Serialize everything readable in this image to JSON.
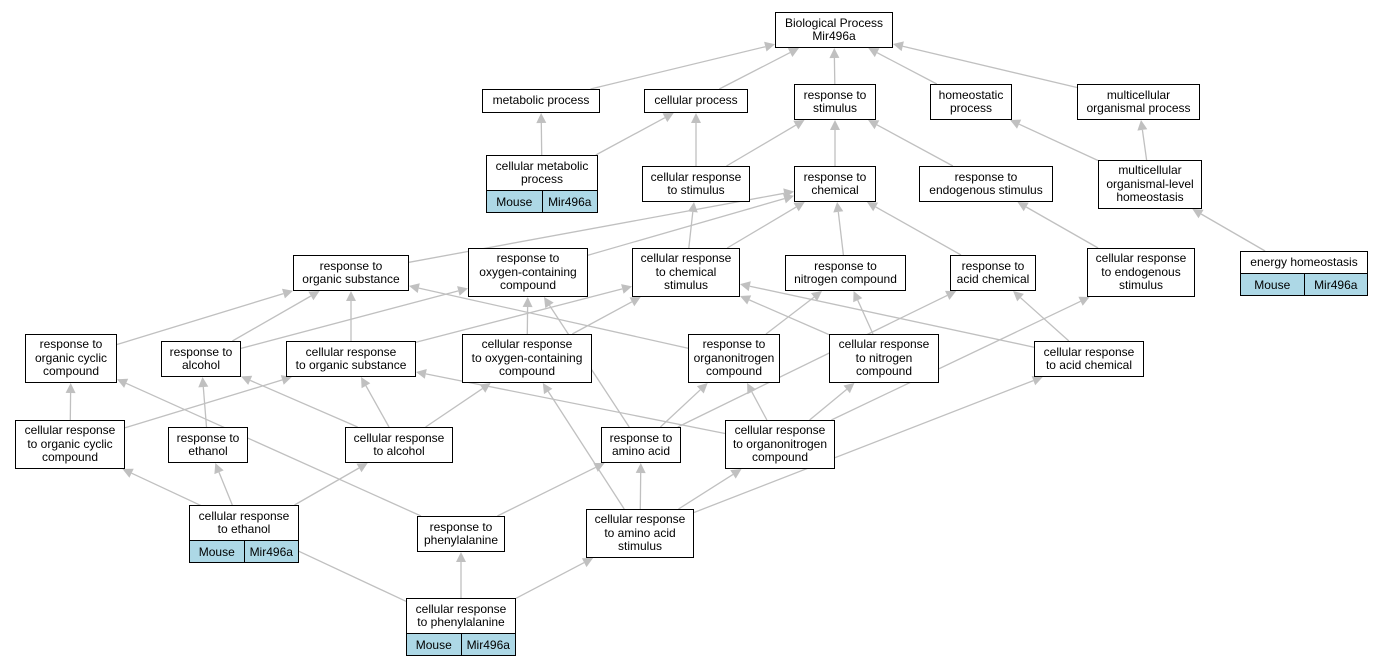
{
  "colors": {
    "edge": "#c0c0c0",
    "annotation_fill": "#add8e6",
    "node_border": "#000000"
  },
  "nodes": {
    "bp": {
      "lines": [
        "Biological Process",
        "Mir496a"
      ]
    },
    "metabolic": {
      "lines": [
        "metabolic process"
      ]
    },
    "cellular_proc": {
      "lines": [
        "cellular process"
      ]
    },
    "resp_stim": {
      "lines": [
        "response to",
        "stimulus"
      ]
    },
    "homeostatic": {
      "lines": [
        "homeostatic",
        "process"
      ]
    },
    "multi_proc": {
      "lines": [
        "multicellular",
        "organismal process"
      ]
    },
    "cell_metabolic": {
      "lines": [
        "cellular metabolic",
        "process"
      ],
      "annotation": [
        "Mouse",
        "Mir496a"
      ]
    },
    "cell_resp_stim": {
      "lines": [
        "cellular response",
        "to stimulus"
      ]
    },
    "resp_chem": {
      "lines": [
        "response to",
        "chemical"
      ]
    },
    "resp_endo": {
      "lines": [
        "response to",
        "endogenous stimulus"
      ]
    },
    "multi_homeo": {
      "lines": [
        "multicellular",
        "organismal-level",
        "homeostasis"
      ]
    },
    "resp_org_sub": {
      "lines": [
        "response to",
        "organic substance"
      ]
    },
    "resp_oxy": {
      "lines": [
        "response to",
        "oxygen-containing",
        "compound"
      ]
    },
    "cell_resp_chem": {
      "lines": [
        "cellular response",
        "to chemical",
        "stimulus"
      ]
    },
    "resp_nitro": {
      "lines": [
        "response to",
        "nitrogen compound"
      ]
    },
    "resp_acid_chem": {
      "lines": [
        "response to",
        "acid chemical"
      ]
    },
    "cell_resp_endo": {
      "lines": [
        "cellular response",
        "to endogenous",
        "stimulus"
      ]
    },
    "energy_homeo": {
      "lines": [
        "energy homeostasis"
      ],
      "annotation": [
        "Mouse",
        "Mir496a"
      ]
    },
    "resp_org_cyc": {
      "lines": [
        "response to",
        "organic cyclic",
        "compound"
      ]
    },
    "resp_alcohol": {
      "lines": [
        "response to",
        "alcohol"
      ]
    },
    "cell_resp_org_sub": {
      "lines": [
        "cellular response",
        "to organic substance"
      ]
    },
    "cell_resp_oxy": {
      "lines": [
        "cellular response",
        "to oxygen-containing",
        "compound"
      ]
    },
    "resp_organonitro": {
      "lines": [
        "response to",
        "organonitrogen",
        "compound"
      ]
    },
    "cell_resp_nitro": {
      "lines": [
        "cellular response",
        "to nitrogen",
        "compound"
      ]
    },
    "cell_resp_acid": {
      "lines": [
        "cellular response",
        "to acid chemical"
      ]
    },
    "cell_resp_org_cyc": {
      "lines": [
        "cellular response",
        "to organic cyclic",
        "compound"
      ]
    },
    "resp_ethanol": {
      "lines": [
        "response to",
        "ethanol"
      ]
    },
    "cell_resp_alcohol": {
      "lines": [
        "cellular response",
        "to alcohol"
      ]
    },
    "resp_amino": {
      "lines": [
        "response to",
        "amino acid"
      ]
    },
    "cell_resp_organonitro": {
      "lines": [
        "cellular response",
        "to organonitrogen",
        "compound"
      ]
    },
    "cell_resp_ethanol": {
      "lines": [
        "cellular response",
        "to ethanol"
      ],
      "annotation": [
        "Mouse",
        "Mir496a"
      ]
    },
    "resp_phe": {
      "lines": [
        "response to",
        "phenylalanine"
      ]
    },
    "cell_resp_amino": {
      "lines": [
        "cellular response",
        "to amino acid",
        "stimulus"
      ]
    },
    "cell_resp_phe": {
      "lines": [
        "cellular response",
        "to phenylalanine"
      ],
      "annotation": [
        "Mouse",
        "Mir496a"
      ]
    }
  },
  "edges": [
    [
      "metabolic",
      "bp"
    ],
    [
      "cellular_proc",
      "bp"
    ],
    [
      "resp_stim",
      "bp"
    ],
    [
      "homeostatic",
      "bp"
    ],
    [
      "multi_proc",
      "bp"
    ],
    [
      "cell_metabolic",
      "metabolic"
    ],
    [
      "cell_metabolic",
      "cellular_proc"
    ],
    [
      "cell_resp_stim",
      "cellular_proc"
    ],
    [
      "cell_resp_stim",
      "resp_stim"
    ],
    [
      "resp_chem",
      "resp_stim"
    ],
    [
      "resp_endo",
      "resp_stim"
    ],
    [
      "multi_homeo",
      "homeostatic"
    ],
    [
      "multi_homeo",
      "multi_proc"
    ],
    [
      "resp_org_sub",
      "resp_chem"
    ],
    [
      "resp_oxy",
      "resp_chem"
    ],
    [
      "cell_resp_chem",
      "resp_chem"
    ],
    [
      "cell_resp_chem",
      "cell_resp_stim"
    ],
    [
      "resp_nitro",
      "resp_chem"
    ],
    [
      "resp_acid_chem",
      "resp_chem"
    ],
    [
      "cell_resp_endo",
      "resp_endo"
    ],
    [
      "energy_homeo",
      "multi_homeo"
    ],
    [
      "resp_org_cyc",
      "resp_org_sub"
    ],
    [
      "resp_alcohol",
      "resp_org_sub"
    ],
    [
      "resp_alcohol",
      "resp_oxy"
    ],
    [
      "cell_resp_org_sub",
      "resp_org_sub"
    ],
    [
      "cell_resp_org_sub",
      "cell_resp_chem"
    ],
    [
      "cell_resp_oxy",
      "resp_oxy"
    ],
    [
      "cell_resp_oxy",
      "cell_resp_chem"
    ],
    [
      "resp_organonitro",
      "resp_nitro"
    ],
    [
      "resp_organonitro",
      "resp_org_sub"
    ],
    [
      "cell_resp_nitro",
      "resp_nitro"
    ],
    [
      "cell_resp_nitro",
      "cell_resp_chem"
    ],
    [
      "cell_resp_acid",
      "resp_acid_chem"
    ],
    [
      "cell_resp_acid",
      "cell_resp_chem"
    ],
    [
      "cell_resp_org_cyc",
      "resp_org_cyc"
    ],
    [
      "cell_resp_org_cyc",
      "cell_resp_org_sub"
    ],
    [
      "resp_ethanol",
      "resp_alcohol"
    ],
    [
      "cell_resp_alcohol",
      "resp_alcohol"
    ],
    [
      "cell_resp_alcohol",
      "cell_resp_org_sub"
    ],
    [
      "cell_resp_alcohol",
      "cell_resp_oxy"
    ],
    [
      "resp_amino",
      "resp_organonitro"
    ],
    [
      "resp_amino",
      "resp_acid_chem"
    ],
    [
      "resp_amino",
      "resp_oxy"
    ],
    [
      "cell_resp_organonitro",
      "resp_organonitro"
    ],
    [
      "cell_resp_organonitro",
      "cell_resp_nitro"
    ],
    [
      "cell_resp_organonitro",
      "cell_resp_org_sub"
    ],
    [
      "cell_resp_organonitro",
      "cell_resp_endo"
    ],
    [
      "cell_resp_ethanol",
      "resp_ethanol"
    ],
    [
      "cell_resp_ethanol",
      "cell_resp_alcohol"
    ],
    [
      "resp_phe",
      "resp_amino"
    ],
    [
      "resp_phe",
      "resp_org_cyc"
    ],
    [
      "cell_resp_amino",
      "resp_amino"
    ],
    [
      "cell_resp_amino",
      "cell_resp_organonitro"
    ],
    [
      "cell_resp_amino",
      "cell_resp_acid"
    ],
    [
      "cell_resp_amino",
      "cell_resp_oxy"
    ],
    [
      "cell_resp_phe",
      "resp_phe"
    ],
    [
      "cell_resp_phe",
      "cell_resp_amino"
    ],
    [
      "cell_resp_phe",
      "cell_resp_org_cyc"
    ]
  ]
}
